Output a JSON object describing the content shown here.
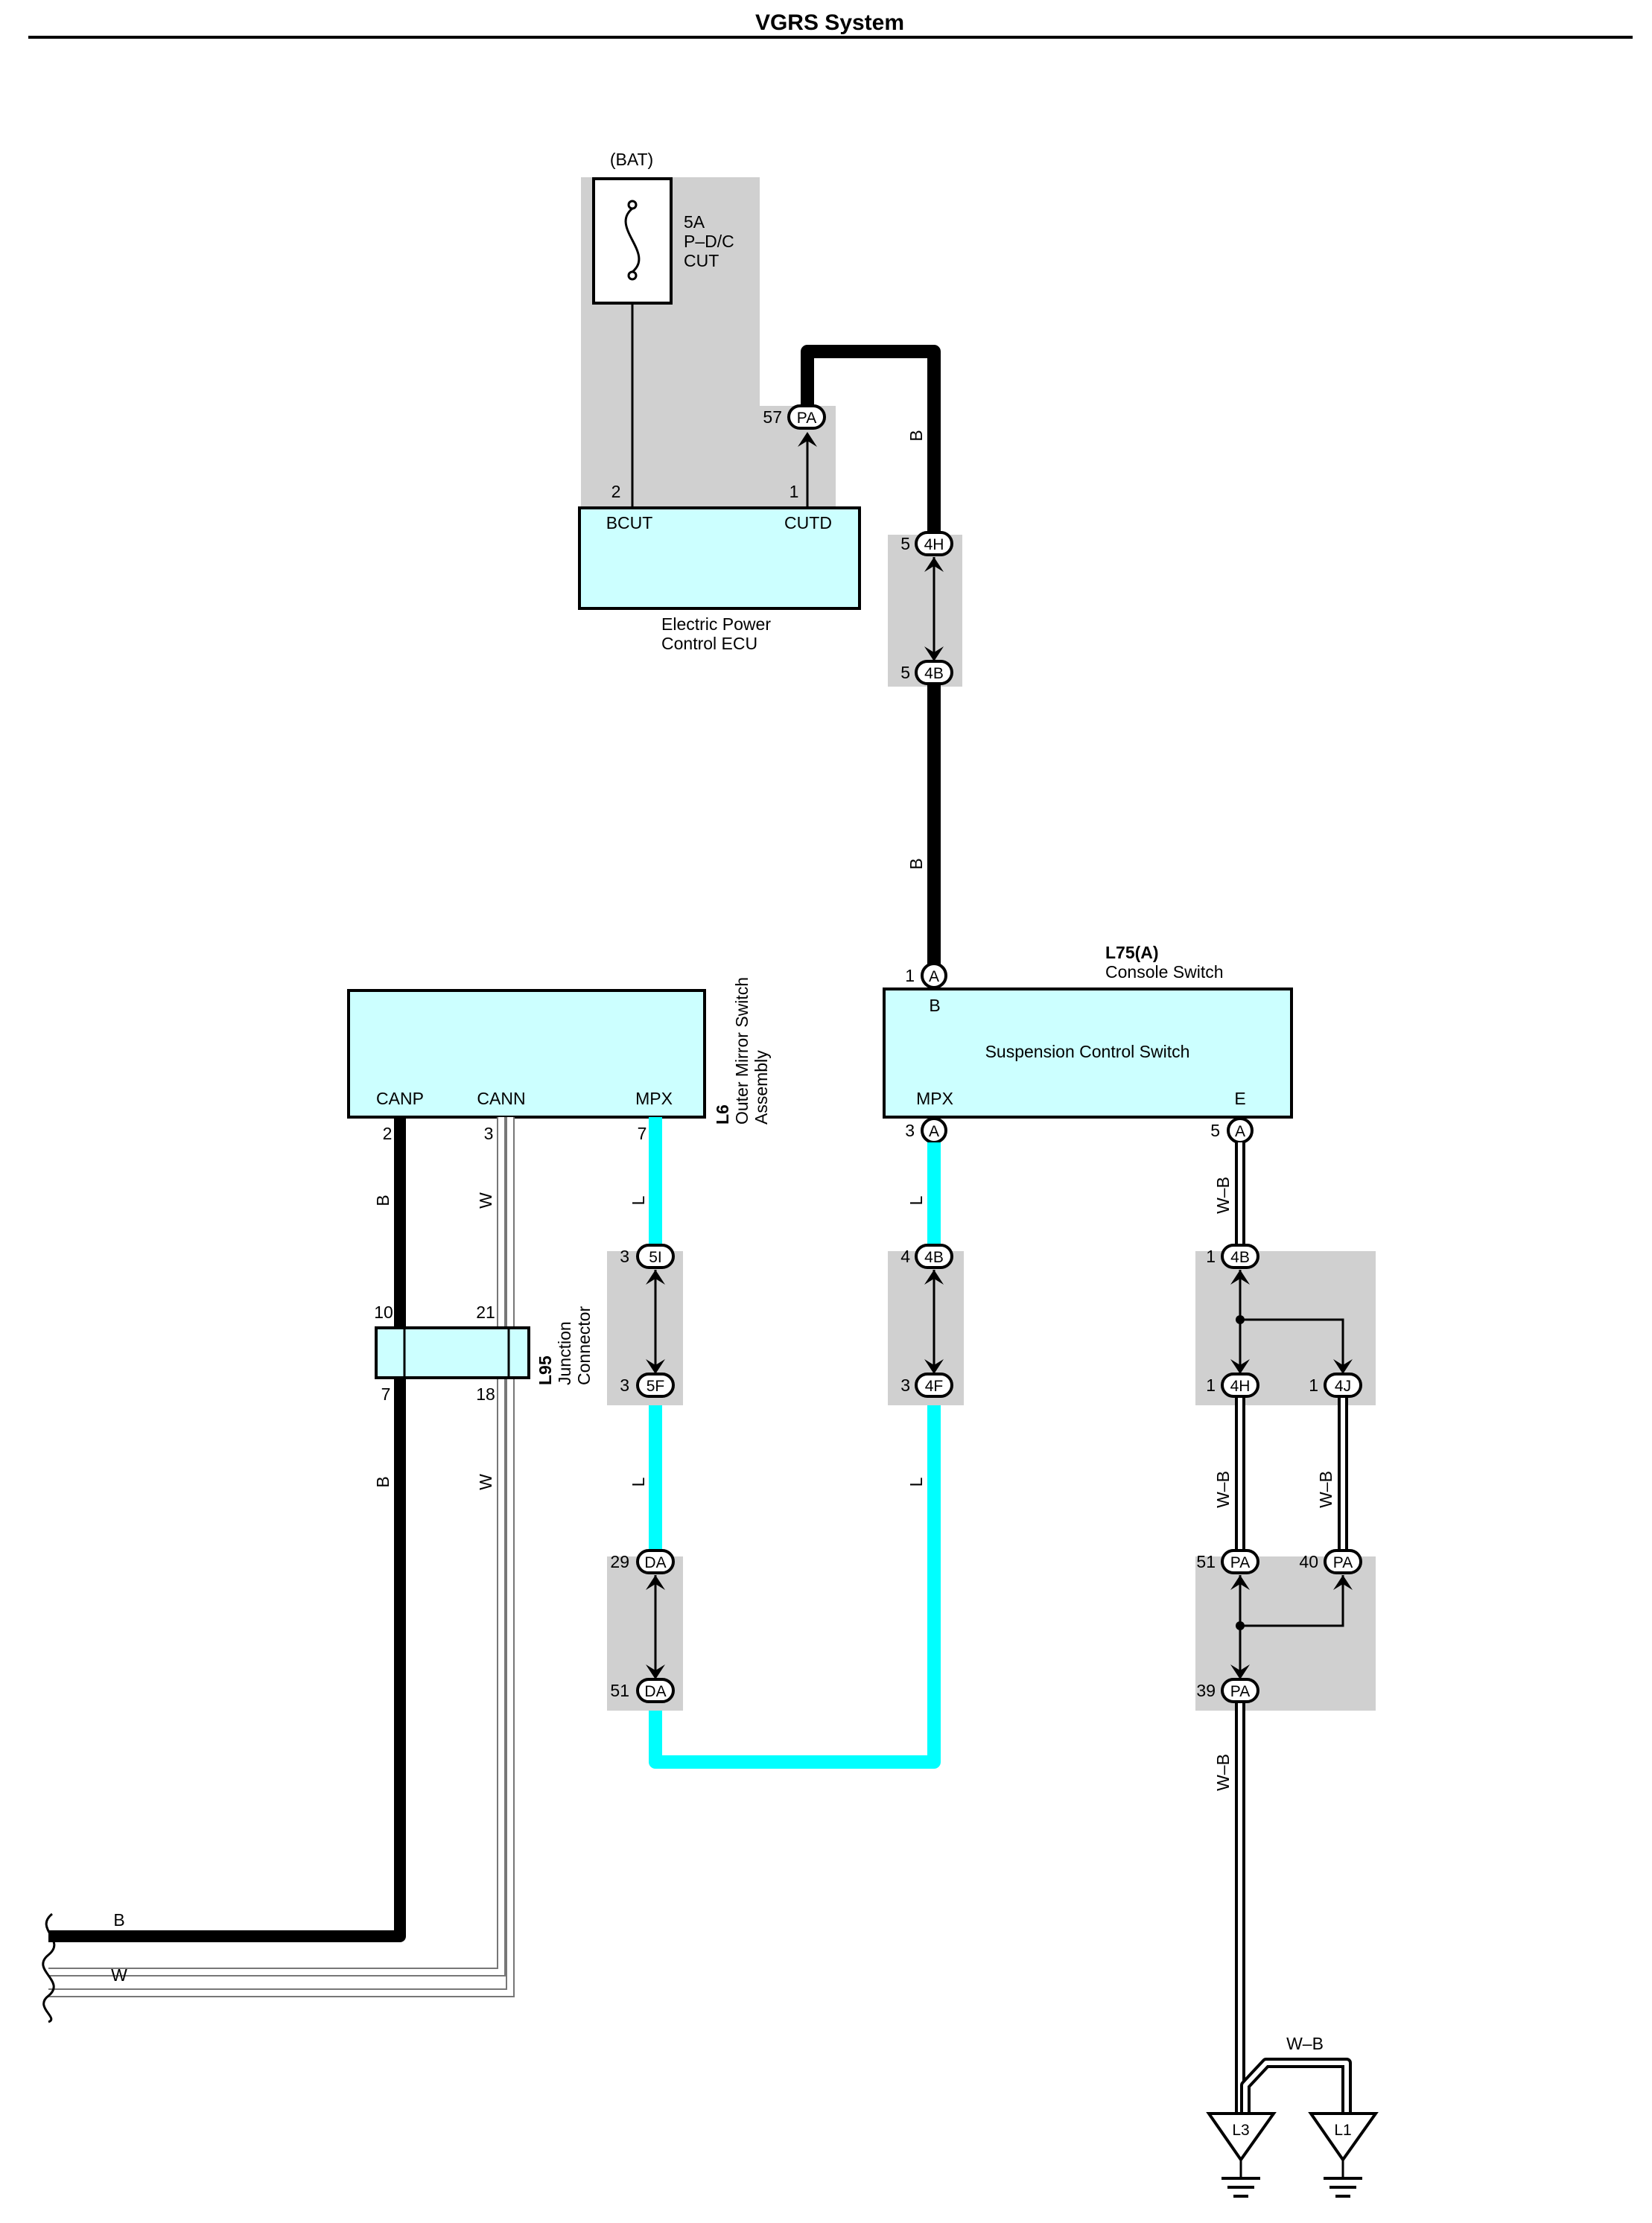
{
  "title": "VGRS System",
  "colors": {
    "cyan_fill": "#ccffff",
    "light_blue_wire": "#00ffff",
    "shade": "#d0d0d0"
  },
  "fuse": {
    "source": "(BAT)",
    "rating": "5A",
    "name_line1": "P–D/C",
    "name_line2": "CUT"
  },
  "ecu": {
    "name_line1": "Electric Power",
    "name_line2": "Control ECU",
    "pin_bcut": "BCUT",
    "pin_cutd": "CUTD",
    "pin_bcut_num": "2",
    "pin_cutd_num": "1"
  },
  "connectors": {
    "pa57": {
      "pin": "57",
      "code": "PA"
    },
    "h4_top": {
      "pin": "5",
      "code": "4H"
    },
    "b4_top": {
      "pin": "5",
      "code": "4B"
    },
    "a1": {
      "pin": "1",
      "code": "A"
    },
    "a3": {
      "pin": "3",
      "code": "A"
    },
    "a5": {
      "pin": "5",
      "code": "A"
    },
    "i5": {
      "pin": "3",
      "code": "5I"
    },
    "f5": {
      "pin": "3",
      "code": "5F"
    },
    "b4_mid": {
      "pin": "4",
      "code": "4B"
    },
    "f4": {
      "pin": "3",
      "code": "4F"
    },
    "b4_right": {
      "pin": "1",
      "code": "4B"
    },
    "h4_right": {
      "pin": "1",
      "code": "4H"
    },
    "j4": {
      "pin": "1",
      "code": "4J"
    },
    "da29": {
      "pin": "29",
      "code": "DA"
    },
    "da51": {
      "pin": "51",
      "code": "DA"
    },
    "pa51": {
      "pin": "51",
      "code": "PA"
    },
    "pa40": {
      "pin": "40",
      "code": "PA"
    },
    "pa39": {
      "pin": "39",
      "code": "PA"
    }
  },
  "wires": {
    "b_upper": "B",
    "b_lower": "B",
    "canp_upper": "B",
    "cann_upper": "W",
    "mpx_left_upper": "L",
    "canp_lower": "B",
    "cann_lower": "W",
    "mpx_left_lower": "L",
    "mpx_right_upper": "L",
    "mpx_right_lower": "L",
    "wb_1": "W–B",
    "wb_2": "W–B",
    "wb_3": "W–B",
    "wb_4": "W–B",
    "wb_5": "W–B",
    "bottom_b": "B",
    "bottom_w": "W"
  },
  "console_switch": {
    "code": "L75(A)",
    "name": "Console Switch",
    "inner_label": "Suspension Control Switch",
    "pin_b": "B",
    "pin_mpx": "MPX",
    "pin_e": "E"
  },
  "mirror_switch": {
    "code": "L6",
    "name_line1": "Outer Mirror Switch",
    "name_line2": "Assembly",
    "pin_canp": "CANP",
    "pin_cann": "CANN",
    "pin_mpx": "MPX",
    "num_canp": "2",
    "num_cann": "3",
    "num_mpx": "7"
  },
  "junction": {
    "code": "L95",
    "name_line1": "Junction",
    "name_line2": "Connector",
    "pin_top_left": "10",
    "pin_top_right": "21",
    "pin_bot_left": "7",
    "pin_bot_right": "18"
  },
  "grounds": {
    "g1": "L3",
    "g2": "L1"
  }
}
